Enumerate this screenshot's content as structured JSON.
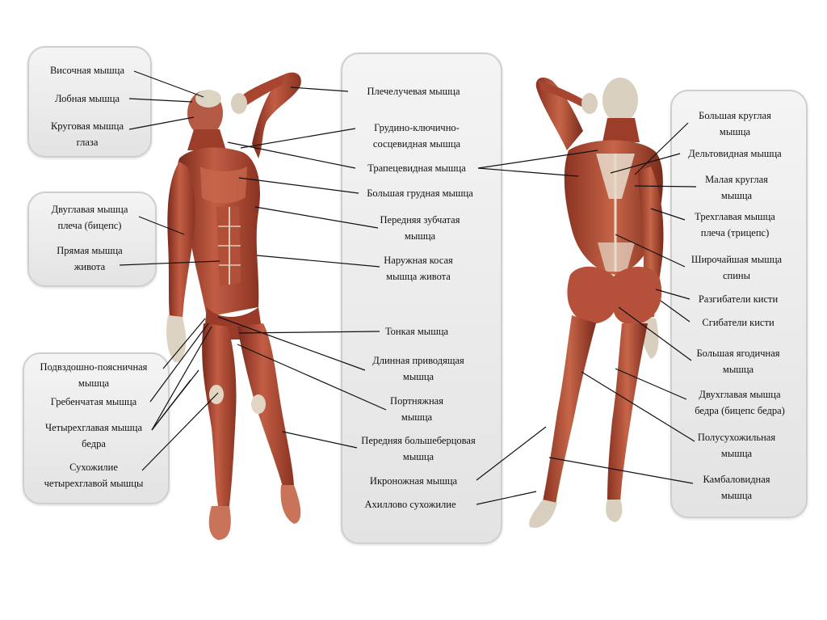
{
  "labels": {
    "visochnaya": "Височная мышца",
    "lobnaya": "Лобная мышца",
    "krugovaya_glaza": "Круговая мышца\nглаза",
    "biceps": "Двуглавая мышца\nплеча (бицепс)",
    "pryamaya_zhivota": "Прямая мышца\nживота",
    "podvzdoshno": "Подвздошно-поясничная\nмышца",
    "grebenchataya": "Гребенчатая мышца",
    "chetyrehglavaya": "Четырехглавая мышца\nбедра",
    "suhozhilie_chetyreh": "Сухожилие\nчетырехглавой мышцы",
    "plecheluchevaya": "Плечелучевая мышца",
    "grudino": "Грудино-ключично-\nсосцевидная мышца",
    "trapecievidnaya": "Трапецевидная мышца",
    "bolshaya_grudnaya": "Большая грудная мышца",
    "perednyaya_zubchataya": "Передняя зубчатая\nмышца",
    "naruzhnaya_kosaya": "Наружная косая\nмышца живота",
    "tonkaya": "Тонкая мышца",
    "dlinnaya_privod": "Длинная приводящая\nмышца",
    "portnyazhnaya": "Портняжная\nмышца",
    "perednyaya_bolshebercovaya": "Передняя большеберцовая\nмышца",
    "ikronozhnaya": "Икроножная мышца",
    "ahillovo": "Ахиллово сухожилие",
    "bolshaya_kruglaya": "Большая круглая\nмышца",
    "deltovidnaya": "Дельтовидная мышца",
    "malaya_kruglaya": "Малая круглая\nмышца",
    "triceps": "Трехглавая мышца\nплеча (трицепс)",
    "shirochaishaya": "Широчайшая мышца\nспины",
    "razgibateli": "Разгибатели кисти",
    "sgibateli": "Сгибатели кисти",
    "bolshaya_yagodichnaya": "Большая ягодичная\nмышца",
    "dvuhglavaya_bedra": "Двухглавая мышца\nбедра (бицепс бедра)",
    "polusuhozhilnaya": "Полусухожильная\nмышца",
    "kambalovidnaya": "Камбаловидная\nмышца"
  },
  "colors": {
    "muscle": "#b5503a",
    "muscle_dark": "#7a2a1c",
    "tendon": "#e8dccb",
    "panel_border": "#cfcfcf",
    "leader_line": "#111111"
  }
}
